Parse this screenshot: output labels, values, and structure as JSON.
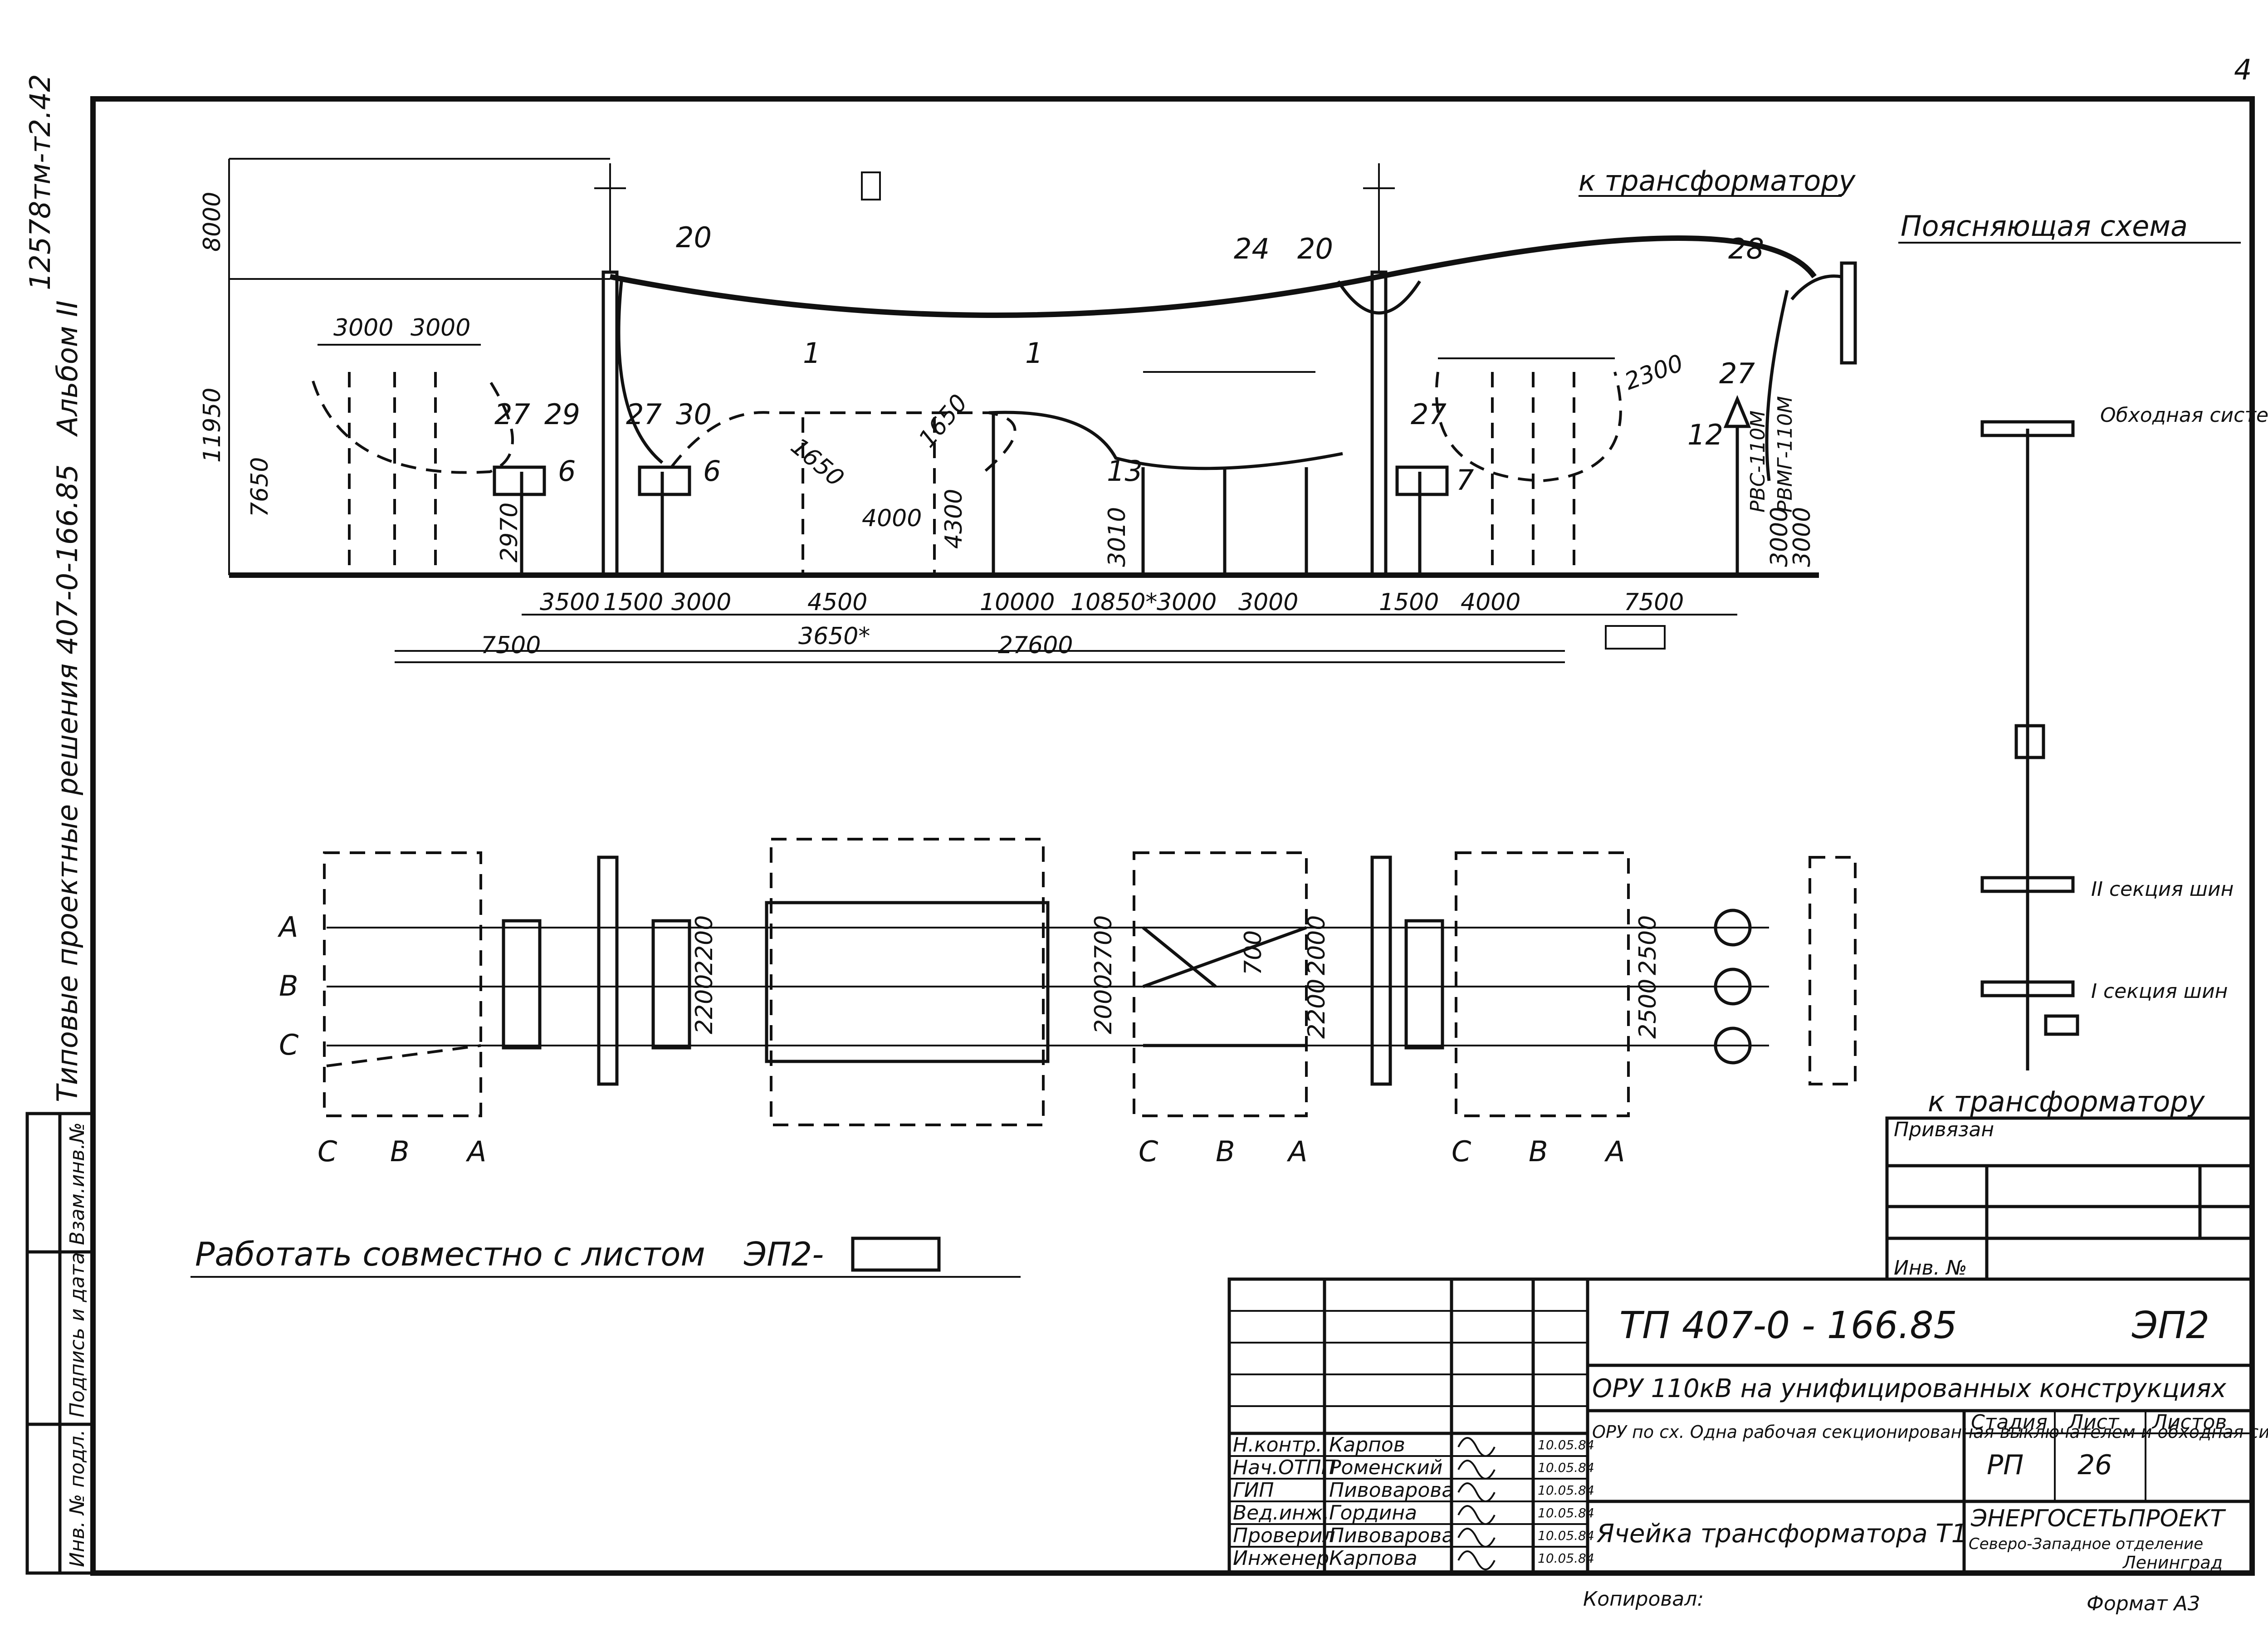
{
  "sheet_code_top": "12578тм-т2.42",
  "page_mark": "4",
  "left_stamp": {
    "series": "Типовые проектные решения 407-0-166.85",
    "album": "Альбом II",
    "cells": [
      "Инв. № подл.",
      "Подпись и дата",
      "Взам.инв.№"
    ]
  },
  "elevation": {
    "dims_top": [
      "3000",
      "3000"
    ],
    "dims_left": [
      "8000",
      "11950",
      "7650",
      "2970"
    ],
    "dims_middle": [
      "1650",
      "1650",
      "4000",
      "4300",
      "3010",
      "2300",
      "3000",
      "3000"
    ],
    "dims_bottom_row1": [
      "3500",
      "1500",
      "3000",
      "4500",
      "10000",
      "10850*",
      "3000",
      "3000",
      "1500",
      "4000",
      "7500"
    ],
    "dims_bottom_row2": [
      "7500",
      "3650*",
      "27600"
    ],
    "labels": [
      "20",
      "24",
      "20",
      "28",
      "1",
      "1",
      "27",
      "29",
      "6",
      "27",
      "30",
      "6",
      "13",
      "27",
      "7",
      "27",
      "12"
    ],
    "arrester_label_1": "РВС-110М",
    "arrester_label_2": "РВМГ-110М",
    "to_transformer": "к трансформатору"
  },
  "plan": {
    "phases_left": [
      "A",
      "B",
      "C"
    ],
    "phases_bottom_1": [
      "C",
      "B",
      "A"
    ],
    "phases_bottom_2": [
      "C",
      "B",
      "A"
    ],
    "phases_bottom_3": [
      "C",
      "B",
      "A"
    ],
    "dims": [
      "2200",
      "2200",
      "2700",
      "2000",
      "700",
      "2000",
      "2200",
      "2500",
      "2500"
    ]
  },
  "scheme": {
    "title": "Поясняющая схема",
    "bypass": "Обходная система шин",
    "section2": "II секция шин",
    "section1": "I секция шин",
    "to_transformer": "к трансформатору"
  },
  "note": {
    "text": "Работать совместно с листом",
    "sheet_ref": "ЭП2-"
  },
  "privyazan": {
    "label": "Привязан",
    "inv": "Инв. №"
  },
  "title_block": {
    "code": "ТП 407-0 - 166.85",
    "doc": "ЭП2",
    "project": "ОРУ 110кВ на унифицированных конструкциях",
    "description": "ОРУ по сх. Одна рабочая секционированная выключателем и обходная системы шин\"",
    "drawing": "Ячейка трансформатора Т1",
    "stage_hdr": "Стадия",
    "sheet_hdr": "Лист",
    "sheets_hdr": "Листов",
    "stage": "РП",
    "sheet": "26",
    "company": "ЭНЕРГОСЕТЬПРОЕКТ",
    "branch": "Северо-Западное отделение",
    "city": "Ленинград",
    "staff": [
      {
        "role": "Н.контр.",
        "name": "Карпов",
        "date": "10.05.84"
      },
      {
        "role": "Нач.ОТПП",
        "name": "Роменский",
        "date": "10.05.84"
      },
      {
        "role": "ГИП",
        "name": "Пивоварова",
        "date": "10.05.84"
      },
      {
        "role": "Вед.инж.",
        "name": "Гордина",
        "date": "10.05.84"
      },
      {
        "role": "Проверил",
        "name": "Пивоварова",
        "date": "10.05.84"
      },
      {
        "role": "Инженер",
        "name": "Карпова",
        "date": "10.05.84"
      }
    ],
    "copied": "Копировал:",
    "format": "Формат А3"
  }
}
